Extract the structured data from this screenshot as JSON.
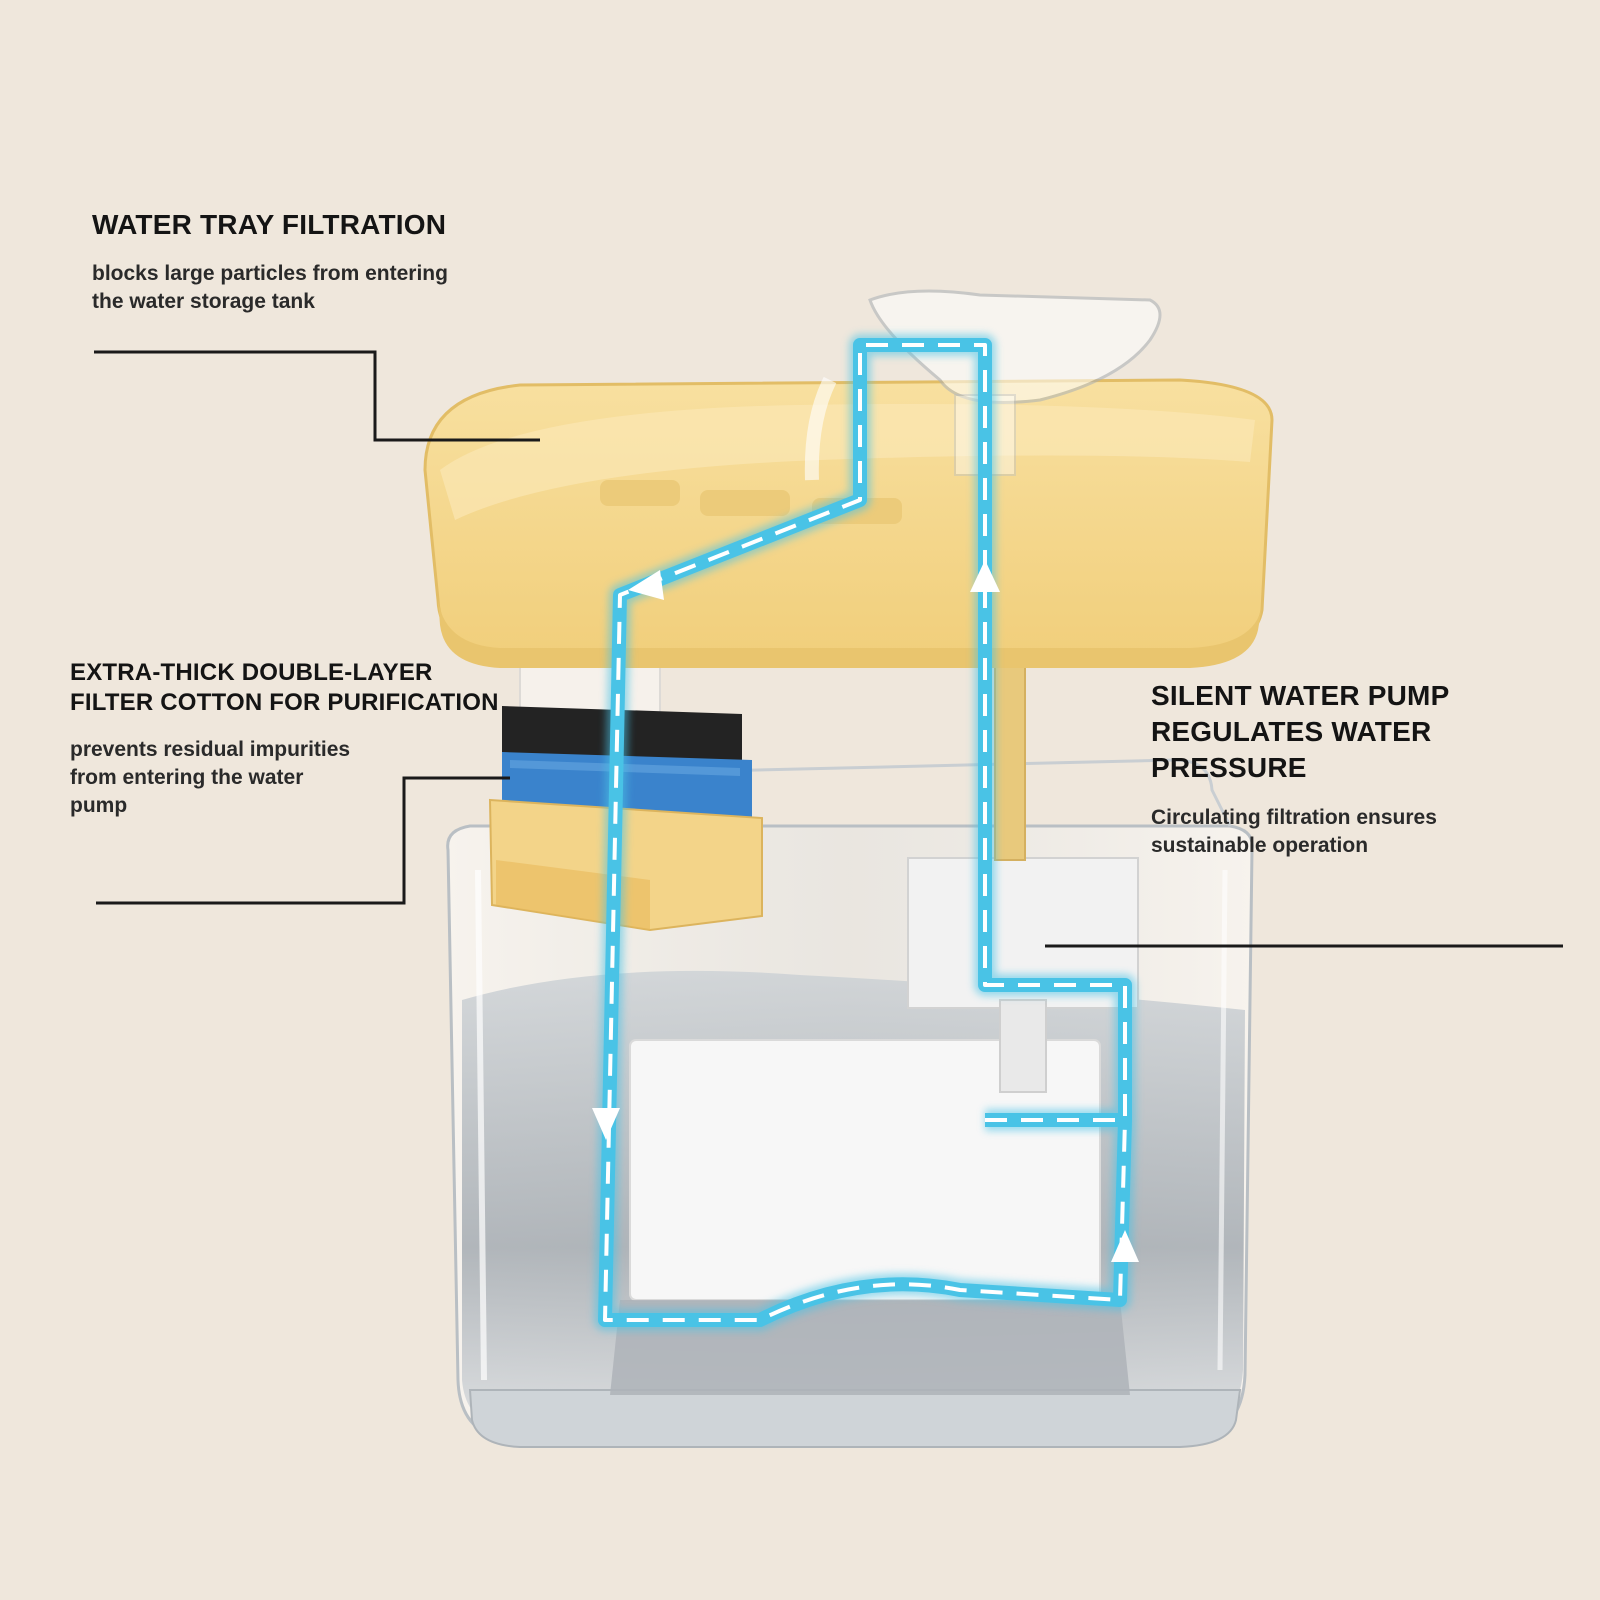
{
  "colors": {
    "background": "#efe7dc",
    "tray": "#f6d98e",
    "tray_shadow": "#e9c56e",
    "flow": "#49c3e6",
    "filter_black": "#232323",
    "filter_blue": "#3a83cc",
    "filter_base": "#f3d489",
    "tank_glass": "#d8dde2",
    "pump": "#f2f2f2"
  },
  "callouts": {
    "tray": {
      "title": "WATER TRAY FILTRATION",
      "description": "blocks large particles from entering\nthe water storage tank"
    },
    "filter": {
      "title": "EXTRA-THICK DOUBLE-LAYER\nFILTER COTTON FOR PURIFICATION",
      "description": "prevents residual impurities\nfrom entering the water\npump"
    },
    "pump": {
      "title": "SILENT WATER PUMP\nREGULATES WATER PRESSURE",
      "description": "Circulating filtration ensures\nsustainable operation"
    }
  }
}
